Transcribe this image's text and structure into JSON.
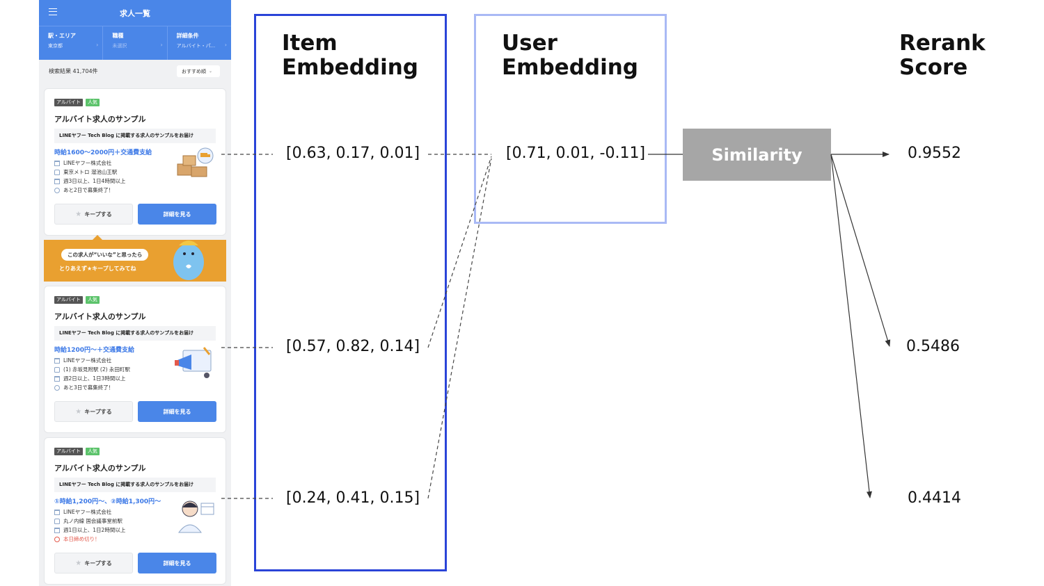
{
  "app": {
    "header_title": "求人一覧",
    "filters": [
      {
        "label": "駅・エリア",
        "value": "東京都",
        "muted": false
      },
      {
        "label": "職種",
        "value": "未選択",
        "muted": true
      },
      {
        "label": "詳細条件",
        "value": "アルバイト・パ...",
        "muted": false
      }
    ],
    "results_count": "検索結果 41,704件",
    "sort_label": "おすすめ順",
    "promo": {
      "pill": "この求人が“いいな”と思ったら",
      "text": "とりあえず★キープしてみてね"
    },
    "cards": [
      {
        "badges": [
          "アルバイト",
          "人気"
        ],
        "title": "アルバイト求人のサンプル",
        "desc": "LINEヤフー Tech Blog に掲載する求人のサンプルをお届け",
        "wage": "時給1600〜2000円＋交通費支給",
        "company": "LINEヤフー株式会社",
        "station": "東京メトロ 溜池山王駅",
        "schedule": "週3日以上、1日4時間以上",
        "deadline": "あと2日で募集終了！",
        "deadline_red": false,
        "thumb": "boxes-delivery",
        "keep_label": "キープする",
        "detail_label": "詳細を見る"
      },
      {
        "badges": [
          "アルバイト",
          "人気"
        ],
        "title": "アルバイト求人のサンプル",
        "desc": "LINEヤフー Tech Blog に掲載する求人のサンプルをお届け",
        "wage": "時給1200円〜＋交通費支給",
        "company": "LINEヤフー株式会社",
        "station": "(1) 赤坂見附駅 (2) 永田町駅",
        "schedule": "週2日以上、1日3時間以上",
        "deadline": "あと3日で募集終了！",
        "deadline_red": false,
        "thumb": "megaphone",
        "keep_label": "キープする",
        "detail_label": "詳細を見る"
      },
      {
        "badges": [
          "アルバイト",
          "人気"
        ],
        "title": "アルバイト求人のサンプル",
        "desc": "LINEヤフー Tech Blog に掲載する求人のサンプルをお届け",
        "wage": "①時給1,200円〜、②時給1,300円〜",
        "company": "LINEヤフー株式会社",
        "station": "丸ノ内線 国会議事堂前駅",
        "schedule": "週1日以上、1日2時間以上",
        "deadline": "本日締め切り！",
        "deadline_red": true,
        "thumb": "call-operator",
        "keep_label": "キープする",
        "detail_label": "詳細を見る"
      }
    ]
  },
  "diagram": {
    "item_title": "Item\nEmbedding",
    "user_title": "User\nEmbedding",
    "score_title": "Rerank\nScore",
    "item_vectors": [
      "[0.63, 0.17, 0.01]",
      "[0.57, 0.82, 0.14]",
      "[0.24, 0.41, 0.15]"
    ],
    "user_vector": "[0.71, 0.01, -0.11]",
    "similarity_label": "Similarity",
    "scores": [
      "0.9552",
      "0.5486",
      "0.4414"
    ],
    "colors": {
      "item_box": "#2a44d8",
      "user_box": "#a9b9f5",
      "similarity": "#a6a6a6",
      "phone_blue": "#4a86e8"
    }
  }
}
